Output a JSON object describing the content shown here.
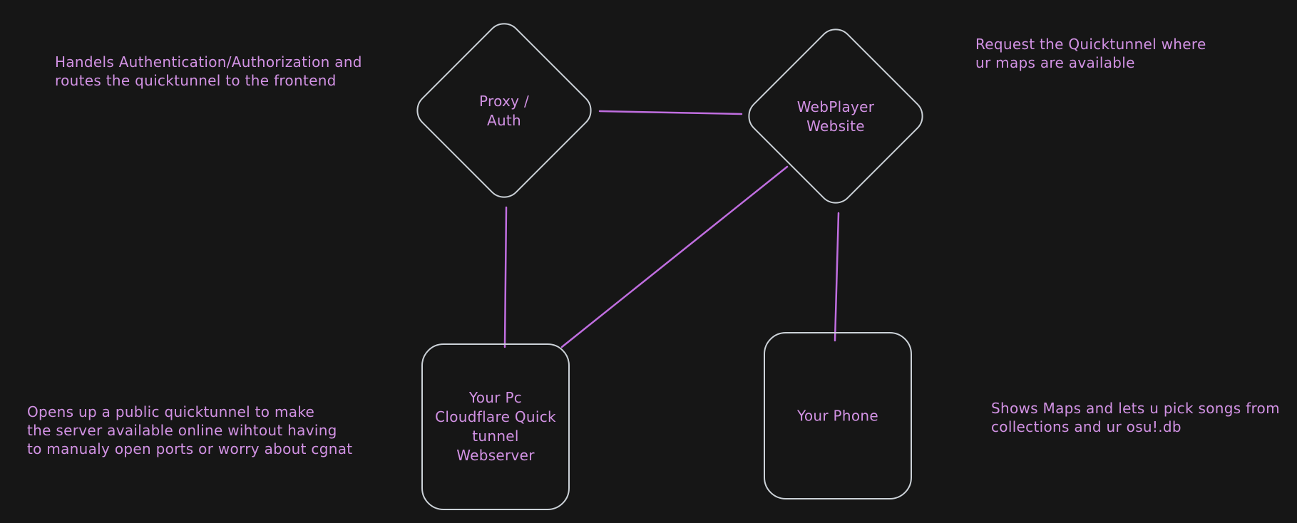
{
  "canvas": {
    "background": "#161616",
    "shape_stroke_color": "#ccd2d8",
    "edge_color": "#c06ee0",
    "text_color": "#d292e4"
  },
  "nodes": [
    {
      "id": "proxy-auth",
      "shape": "diamond",
      "label": "Proxy /\nAuth"
    },
    {
      "id": "webplayer-website",
      "shape": "diamond",
      "label": "WebPlayer\nWebsite"
    },
    {
      "id": "pc-webserver",
      "shape": "rounded-rect",
      "label": "Your Pc\nCloudflare Quick\ntunnel\nWebserver"
    },
    {
      "id": "your-phone",
      "shape": "rounded-rect",
      "label": "Your Phone"
    }
  ],
  "edges": [
    {
      "from": "proxy-auth",
      "to": "webplayer-website"
    },
    {
      "from": "proxy-auth",
      "to": "pc-webserver"
    },
    {
      "from": "webplayer-website",
      "to": "pc-webserver"
    },
    {
      "from": "webplayer-website",
      "to": "your-phone"
    }
  ],
  "annotations": [
    {
      "id": "proxy-note",
      "text": "Handels Authentication/Authorization and\nroutes the quicktunnel to the frontend"
    },
    {
      "id": "webplayer-note",
      "text": "Request the Quicktunnel where\nur maps are available"
    },
    {
      "id": "webserver-note",
      "text": "Opens up a public quicktunnel to make\nthe server available online wihtout having\nto manualy open ports or worry about cgnat"
    },
    {
      "id": "phone-note",
      "text": "Shows Maps and lets u pick songs from\ncollections and ur osu!.db"
    }
  ]
}
